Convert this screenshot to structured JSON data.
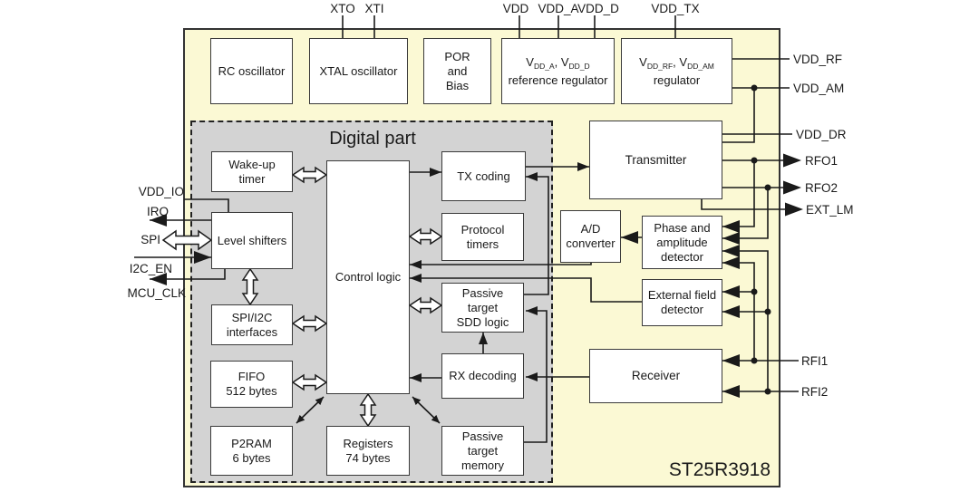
{
  "title": "ST25R3918",
  "digital_part_label": "Digital part",
  "pins": {
    "xto": "XTO",
    "xti": "XTI",
    "vdd": "VDD",
    "vdd_a": "VDD_A",
    "vdd_d": "VDD_D",
    "vdd_tx": "VDD_TX",
    "vdd_io": "VDD_IO",
    "irq": "IRQ",
    "spi": "SPI",
    "i2c_en": "I2C_EN",
    "mcu_clk": "MCU_CLK",
    "vdd_rf": "VDD_RF",
    "vdd_am": "VDD_AM",
    "vdd_dr": "VDD_DR",
    "rfo1": "RFO1",
    "rfo2": "RFO2",
    "ext_lm": "EXT_LM",
    "rfi1": "RFI1",
    "rfi2": "RFI2"
  },
  "blocks": {
    "rc_oscillator": "RC oscillator",
    "xtal_oscillator": "XTAL oscillator",
    "por_bias": "POR\nand\nBias",
    "ref_regulator": {
      "v": "V",
      "sub1": "DD_A",
      "comma": ", ",
      "sub2": "DD_D",
      "line2": "reference regulator"
    },
    "rf_regulator": {
      "v": "V",
      "sub1": "DD_RF",
      "comma": ", ",
      "sub2": "DD_AM",
      "line2": "regulator"
    },
    "wake_up_timer": "Wake-up\ntimer",
    "level_shifters": "Level shifters",
    "spi_i2c_interfaces": "SPI/I2C\ninterfaces",
    "fifo": "FIFO\n512 bytes",
    "p2ram": "P2RAM\n6 bytes",
    "control_logic": "Control logic",
    "registers": "Registers\n74 bytes",
    "tx_coding": "TX coding",
    "protocol_timers": "Protocol\ntimers",
    "passive_target_sdd": "Passive\ntarget\nSDD logic",
    "rx_decoding": "RX decoding",
    "passive_target_memory": "Passive\ntarget\nmemory",
    "transmitter": "Transmitter",
    "ad_converter": "A/D\nconverter",
    "phase_amplitude_detector": "Phase and\namplitude\ndetector",
    "external_field_detector": "External field\ndetector",
    "receiver": "Receiver"
  },
  "colors": {
    "chip_bg": "#fbf9d4",
    "digital_bg": "#d3d3d3",
    "line": "#1a1a1a",
    "block_border": "#3a3a3a",
    "block_bg": "#ffffff"
  }
}
